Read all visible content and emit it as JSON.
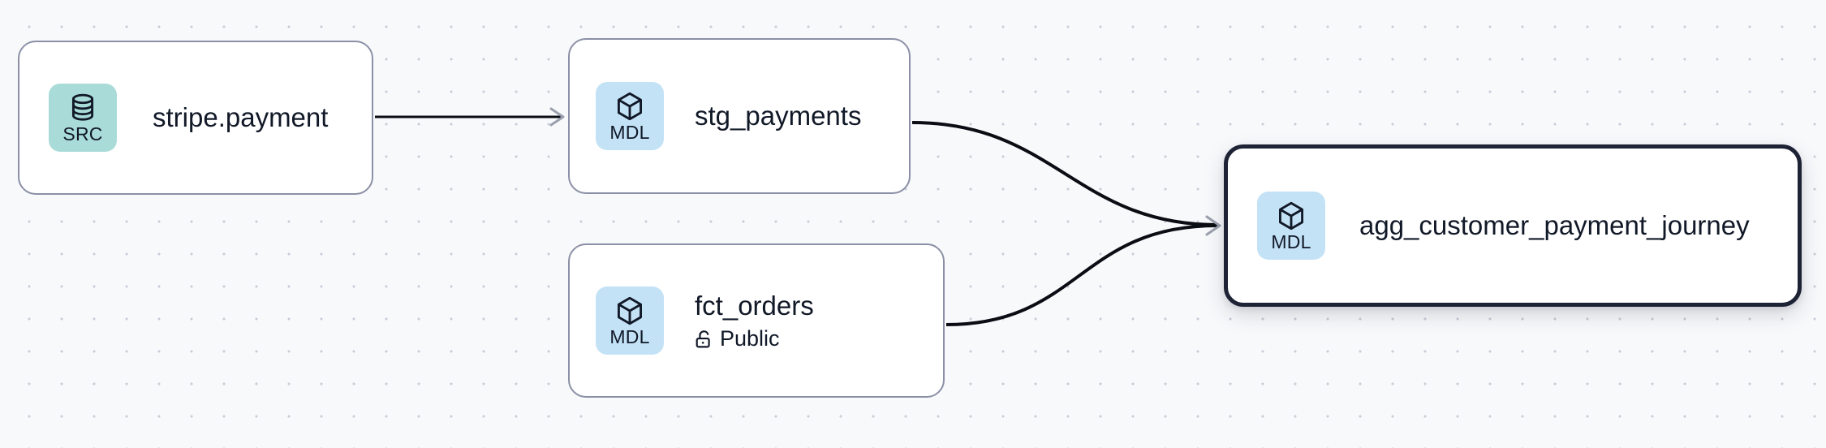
{
  "canvas": {
    "background_color": "#f7f9fb",
    "dot_color": "#c7ccd6",
    "edge_color": "#0b0d14",
    "arrow_color": "#9aa0ad",
    "selected_border_color": "#1e2235",
    "node_border_color": "#8b90a6",
    "src_badge_color": "#a9dbd8",
    "mdl_badge_color": "#c3e2f6"
  },
  "nodes": [
    {
      "id": "stripe-payment",
      "title": "stripe.payment",
      "badge_label": "SRC",
      "badge_icon": "database-icon",
      "subtitle": null,
      "subtitle_icon": null,
      "selected": false
    },
    {
      "id": "stg-payments",
      "title": "stg_payments",
      "badge_label": "MDL",
      "badge_icon": "cube-icon",
      "subtitle": null,
      "subtitle_icon": null,
      "selected": false
    },
    {
      "id": "fct-orders",
      "title": "fct_orders",
      "badge_label": "MDL",
      "badge_icon": "cube-icon",
      "subtitle": "Public",
      "subtitle_icon": "unlock-icon",
      "selected": false
    },
    {
      "id": "agg-customer-payment-journey",
      "title": "agg_customer_payment_journey",
      "badge_label": "MDL",
      "badge_icon": "cube-icon",
      "subtitle": null,
      "subtitle_icon": null,
      "selected": true
    }
  ],
  "edges": [
    {
      "id": "stripe-payment__stg-payments",
      "from": "stripe-payment",
      "to": "stg-payments",
      "style": "straight"
    },
    {
      "id": "stg-payments__agg",
      "from": "stg-payments",
      "to": "agg-customer-payment-journey",
      "style": "bezier"
    },
    {
      "id": "fct-orders__agg",
      "from": "fct-orders",
      "to": "agg-customer-payment-journey",
      "style": "bezier"
    }
  ]
}
